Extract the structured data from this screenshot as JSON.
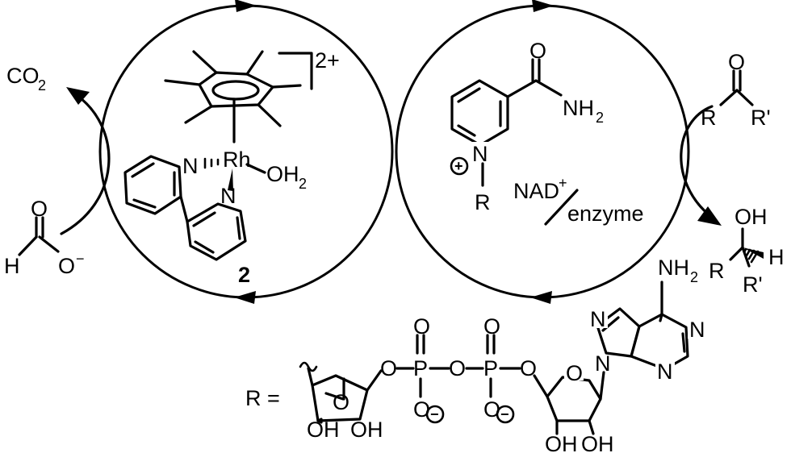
{
  "labels": {
    "co2_main": "CO",
    "co2_sub": "2",
    "charge": "2+",
    "rh": "Rh",
    "n": "N",
    "oh2_main": "OH",
    "oh2_sub": "2",
    "catalyst_number": "2",
    "formate_h": "H",
    "formate_o": "O",
    "formate_o_minus": "O",
    "minus": "−",
    "amide_o": "O",
    "nh2_main": "NH",
    "nh2_sub": "2",
    "pyridinium_n": "N",
    "plus": "+",
    "r": "R",
    "nad_main": "NAD",
    "nad_sup": "+",
    "enzyme": "enzyme",
    "ketone_o": "O",
    "ketone_r": "R",
    "ketone_rprime": "R'",
    "alcohol_oh": "OH",
    "alcohol_r": "R",
    "alcohol_h": "H",
    "alcohol_rprime": "R'",
    "adenine_nh2_main": "NH",
    "adenine_nh2_sub": "2",
    "r_equals": "R =",
    "o": "O",
    "p": "P",
    "oh": "OH",
    "neg": "−"
  }
}
